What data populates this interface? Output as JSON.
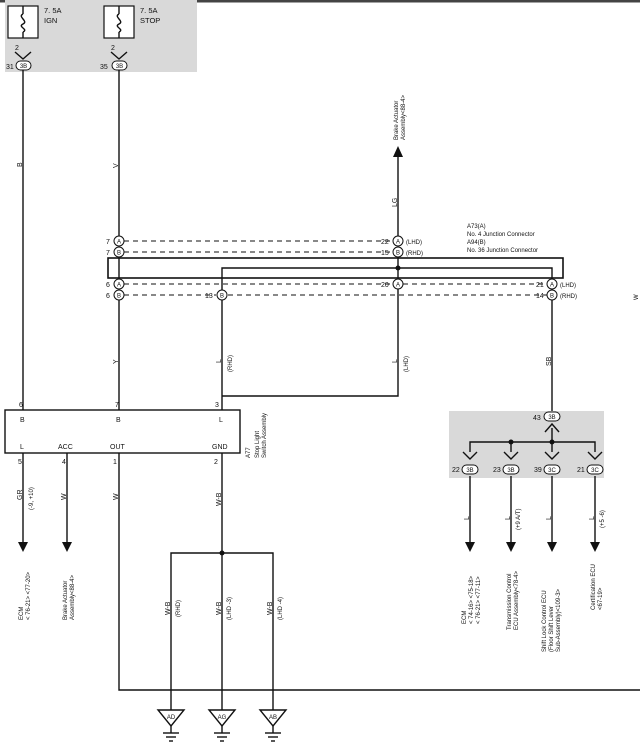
{
  "fuses": [
    {
      "rating": "7. 5A",
      "name": "IGN"
    },
    {
      "rating": "7. 5A",
      "name": "STOP"
    }
  ],
  "fuse_block": {
    "pins": [
      {
        "pin": "2",
        "cavity": "31",
        "connector": "3B"
      },
      {
        "pin": "2",
        "cavity": "35",
        "connector": "3B"
      }
    ]
  },
  "wires": {
    "b": "B",
    "v": "V",
    "lg": "LG",
    "y": "Y",
    "l_rhd": "L",
    "l_lhd": "L",
    "sb": "SB",
    "gr": "GR",
    "w_acc": "W",
    "w_out": "W",
    "w_b": "W-B",
    "l1": "L",
    "l2": "L",
    "l3": "L",
    "l4": "L",
    "wb1": "W-B",
    "wb2": "W-B",
    "wb3": "W-B"
  },
  "wire_notes": {
    "rhd_13": "(RHD)",
    "lhd_20": "(LHD)",
    "gr_note": "(-9, +10)",
    "at_note": "(+9 A/T)",
    "l4_note": "(+5 -6)",
    "ad_note": "(RHD)",
    "ag_note": "(LHD -3)",
    "ab_note": "(LHD -4)"
  },
  "junction": {
    "label_a": "A73(A)",
    "name_a": "No.  4 Junction Connector",
    "label_b": "A94(B)",
    "name_b": "No.  36 Junction Connector",
    "pins": {
      "p7a": "7",
      "p7b": "7",
      "p22": "22",
      "p15": "15",
      "p6a": "6",
      "p6b": "6",
      "p20": "20",
      "p13": "13",
      "p21": "21",
      "p14": "14"
    },
    "letters": {
      "a": "A",
      "b": "B"
    },
    "variants": {
      "lhd": "(LHD)",
      "rhd": "(RHD)"
    }
  },
  "brake_top": "Brake Actuator\nAssembly<88-4>",
  "switch": {
    "id": "A77",
    "name": "Stop Light\nSwitch Assembly",
    "top_pins": [
      {
        "num": "6",
        "label": "B"
      },
      {
        "num": "7",
        "label": "B"
      },
      {
        "num": "3",
        "label": "L"
      }
    ],
    "bottom_pins": [
      {
        "num": "5",
        "label": "L"
      },
      {
        "num": "4",
        "label": "ACC"
      },
      {
        "num": "1",
        "label": "OUT"
      },
      {
        "num": "2",
        "label": "GND"
      }
    ]
  },
  "jc_block": {
    "top": {
      "num": "43",
      "conn": "3B"
    },
    "outs": [
      {
        "num": "22",
        "conn": "3B"
      },
      {
        "num": "23",
        "conn": "3B"
      },
      {
        "num": "39",
        "conn": "3C"
      },
      {
        "num": "21",
        "conn": "3C"
      }
    ]
  },
  "destinations": {
    "ecm_left": "ECM\n< 76-21> <77-20>",
    "brake_bottom": "Brake Actuator\nAssembly<88-4>",
    "ecm_right": "ECM\n< 74-16> <75-18>\n< 76-21> <77-11>",
    "trans": "Transmission Control\nECU Assembly<78-4>",
    "shift": "Shift Lock Control ECU\n(Floor Shift Lever\nSub-Assembly)<109-3>",
    "cert": "Certification ECU\n<67-19>"
  },
  "grounds": [
    "AD",
    "AG",
    "AB"
  ],
  "edge_mark": "W"
}
